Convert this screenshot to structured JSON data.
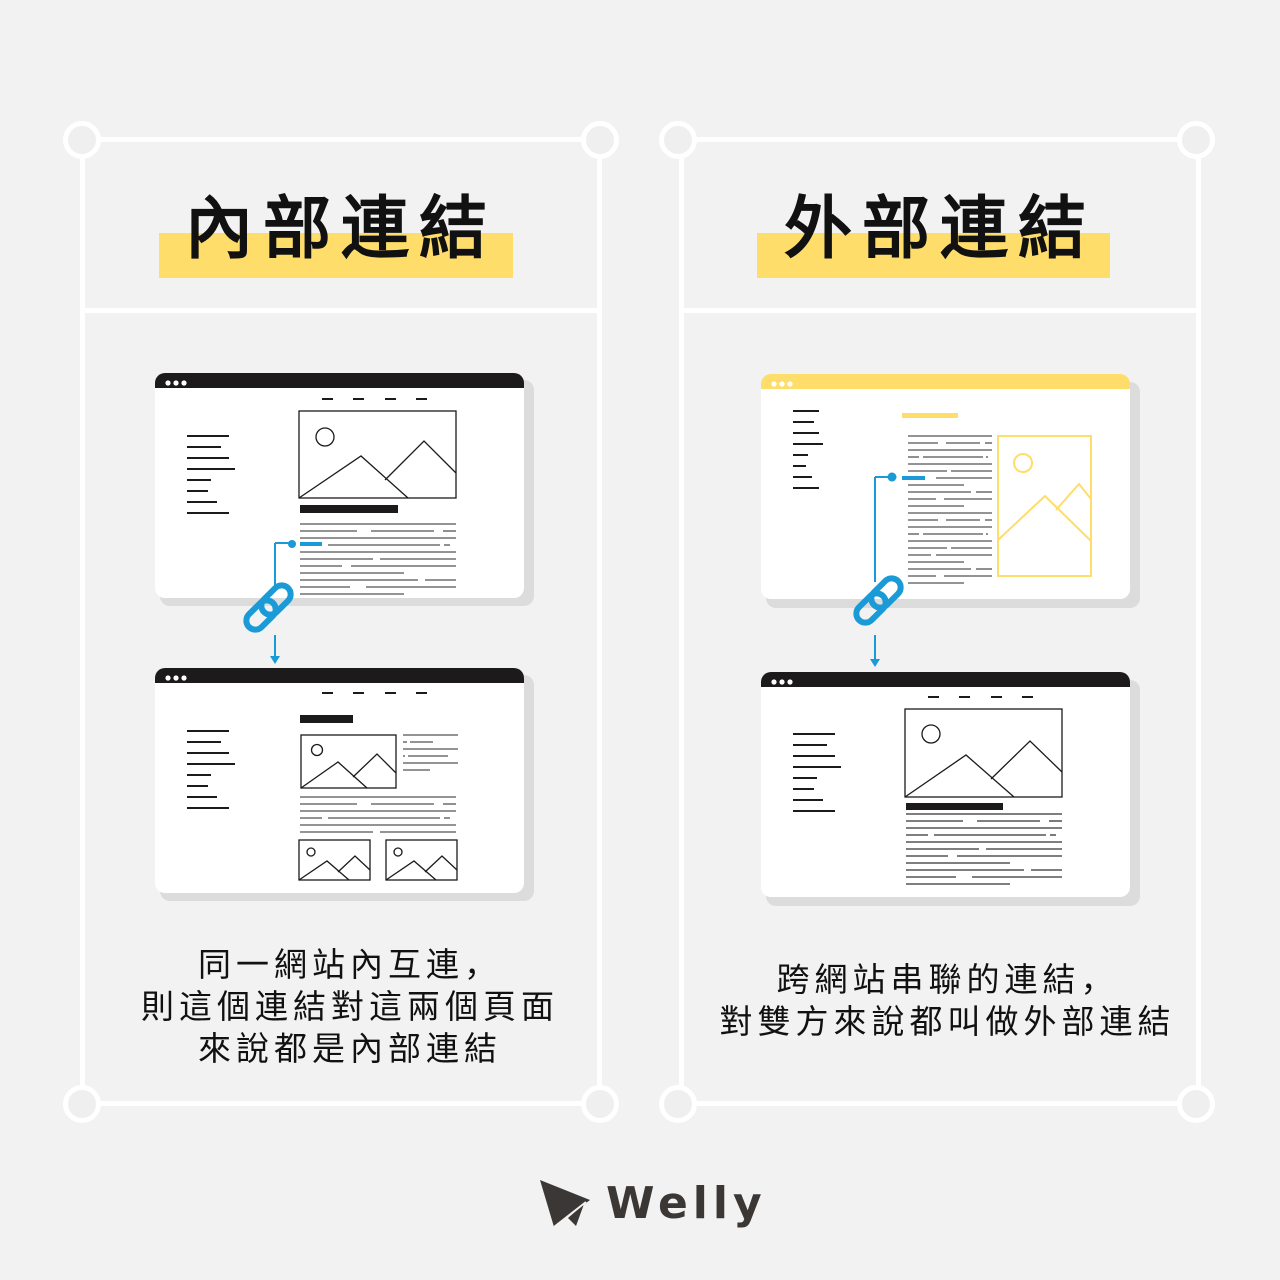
{
  "colors": {
    "background": "#f2f2f2",
    "frame": "#ffffff",
    "highlight": "#ffdd6b",
    "link_blue": "#1a9ad6",
    "browser_bar_dark": "#1c1a1a",
    "browser_bar_yellow": "#ffdd6b",
    "shadow": "#dcdcdc",
    "logo": "#3b3735"
  },
  "panels": [
    {
      "id": "internal",
      "title": "內部連結",
      "caption_lines": [
        "同一網站內互連，",
        "則這個連結對這兩個頁面",
        "來說都是內部連結"
      ],
      "top_browser": {
        "bar_style": "dark",
        "has_nav_dashes": true,
        "image_position": "top-right",
        "link_icon": "chain-link"
      },
      "bottom_browser": {
        "bar_style": "dark",
        "has_nav_dashes": true,
        "layout": "heading + image with side text + two thumbnails"
      }
    },
    {
      "id": "external",
      "title": "外部連結",
      "caption_lines": [
        "跨網站串聯的連結，",
        "對雙方來說都叫做外部連結"
      ],
      "top_browser": {
        "bar_style": "yellow",
        "has_nav_dashes": false,
        "image_position": "right-portrait",
        "link_icon": "chain-link"
      },
      "bottom_browser": {
        "bar_style": "dark",
        "has_nav_dashes": true,
        "layout": "image + heading + text"
      }
    }
  ],
  "logo": {
    "icon": "paper-plane-icon",
    "text": "Welly"
  }
}
